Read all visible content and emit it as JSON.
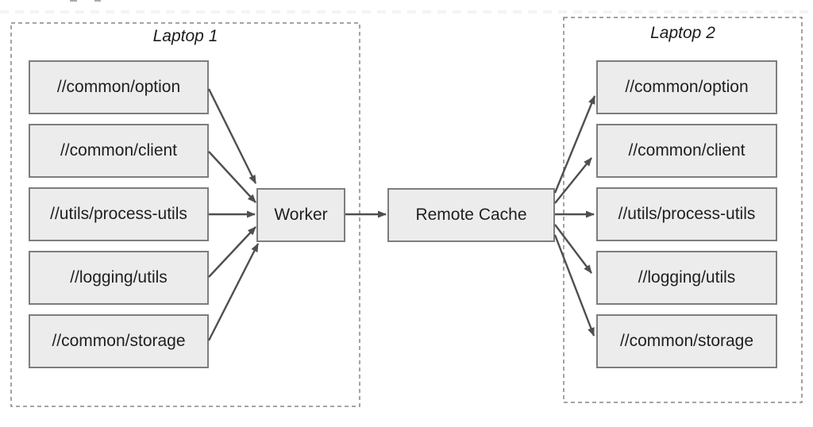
{
  "laptop1": {
    "label": "Laptop 1",
    "nodes": [
      "//common/option",
      "//common/client",
      "//utils/process-utils",
      "//logging/utils",
      "//common/storage"
    ]
  },
  "laptop2": {
    "label": "Laptop 2",
    "nodes": [
      "//common/option",
      "//common/client",
      "//utils/process-utils",
      "//logging/utils",
      "//common/storage"
    ]
  },
  "worker": {
    "label": "Worker"
  },
  "remote_cache": {
    "label": "Remote Cache"
  },
  "colors": {
    "background": "#ffffff",
    "node_fill": "#ececec",
    "node_border": "#7d7d7d",
    "arrow": "#4f4f4f",
    "group_border": "#858585",
    "text": "#1f1f1f"
  }
}
